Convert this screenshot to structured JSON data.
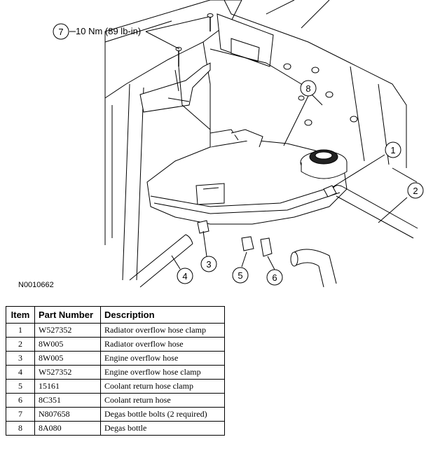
{
  "figure_id": "N0010662",
  "torque_spec": "10 Nm (89 lb-in)",
  "callouts": [
    "1",
    "2",
    "3",
    "4",
    "5",
    "6",
    "7",
    "8"
  ],
  "table": {
    "headers": [
      "Item",
      "Part Number",
      "Description"
    ],
    "rows": [
      {
        "item": "1",
        "part_number": "W527352",
        "description": "Radiator overflow hose clamp"
      },
      {
        "item": "2",
        "part_number": "8W005",
        "description": "Radiator overflow hose"
      },
      {
        "item": "3",
        "part_number": "8W005",
        "description": "Engine overflow hose"
      },
      {
        "item": "4",
        "part_number": "W527352",
        "description": "Engine overflow hose clamp"
      },
      {
        "item": "5",
        "part_number": "15161",
        "description": "Coolant return hose clamp"
      },
      {
        "item": "6",
        "part_number": "8C351",
        "description": "Coolant return hose"
      },
      {
        "item": "7",
        "part_number": "N807658",
        "description": "Degas bottle bolts (2 required)"
      },
      {
        "item": "8",
        "part_number": "8A080",
        "description": "Degas bottle"
      }
    ]
  }
}
